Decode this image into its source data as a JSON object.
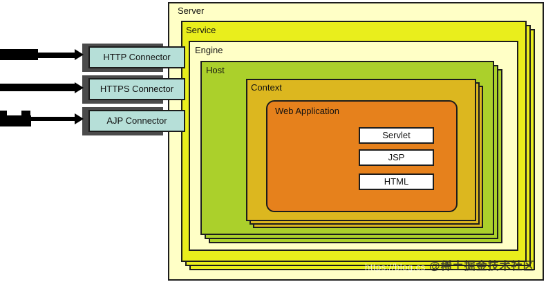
{
  "diagram": {
    "layers": {
      "server": "Server",
      "service": "Service",
      "engine": "Engine",
      "host": "Host",
      "context": "Context",
      "web_application": "Web Application"
    },
    "components": [
      {
        "label": "Servlet"
      },
      {
        "label": "JSP"
      },
      {
        "label": "HTML"
      }
    ],
    "connectors": [
      {
        "label": "HTTP Connector"
      },
      {
        "label": "HTTPS Connector"
      },
      {
        "label": "AJP Connector"
      }
    ],
    "colors": {
      "server_fill": "#ffffc6",
      "service_fill": "#e9ee1c",
      "engine_fill": "#ffffc6",
      "host_fill": "#abd02b",
      "context_fill": "#dcb71f",
      "web_application_fill": "#e6811c",
      "connector_fill": "#b6dfd8",
      "connector_shadow": "#4b4b4b",
      "component_fill": "#ffffff",
      "border": "#1c1c1c"
    }
  },
  "watermark": {
    "url_text": "https://blog.cs",
    "handle_text": "@稀土掘金技术社区"
  }
}
